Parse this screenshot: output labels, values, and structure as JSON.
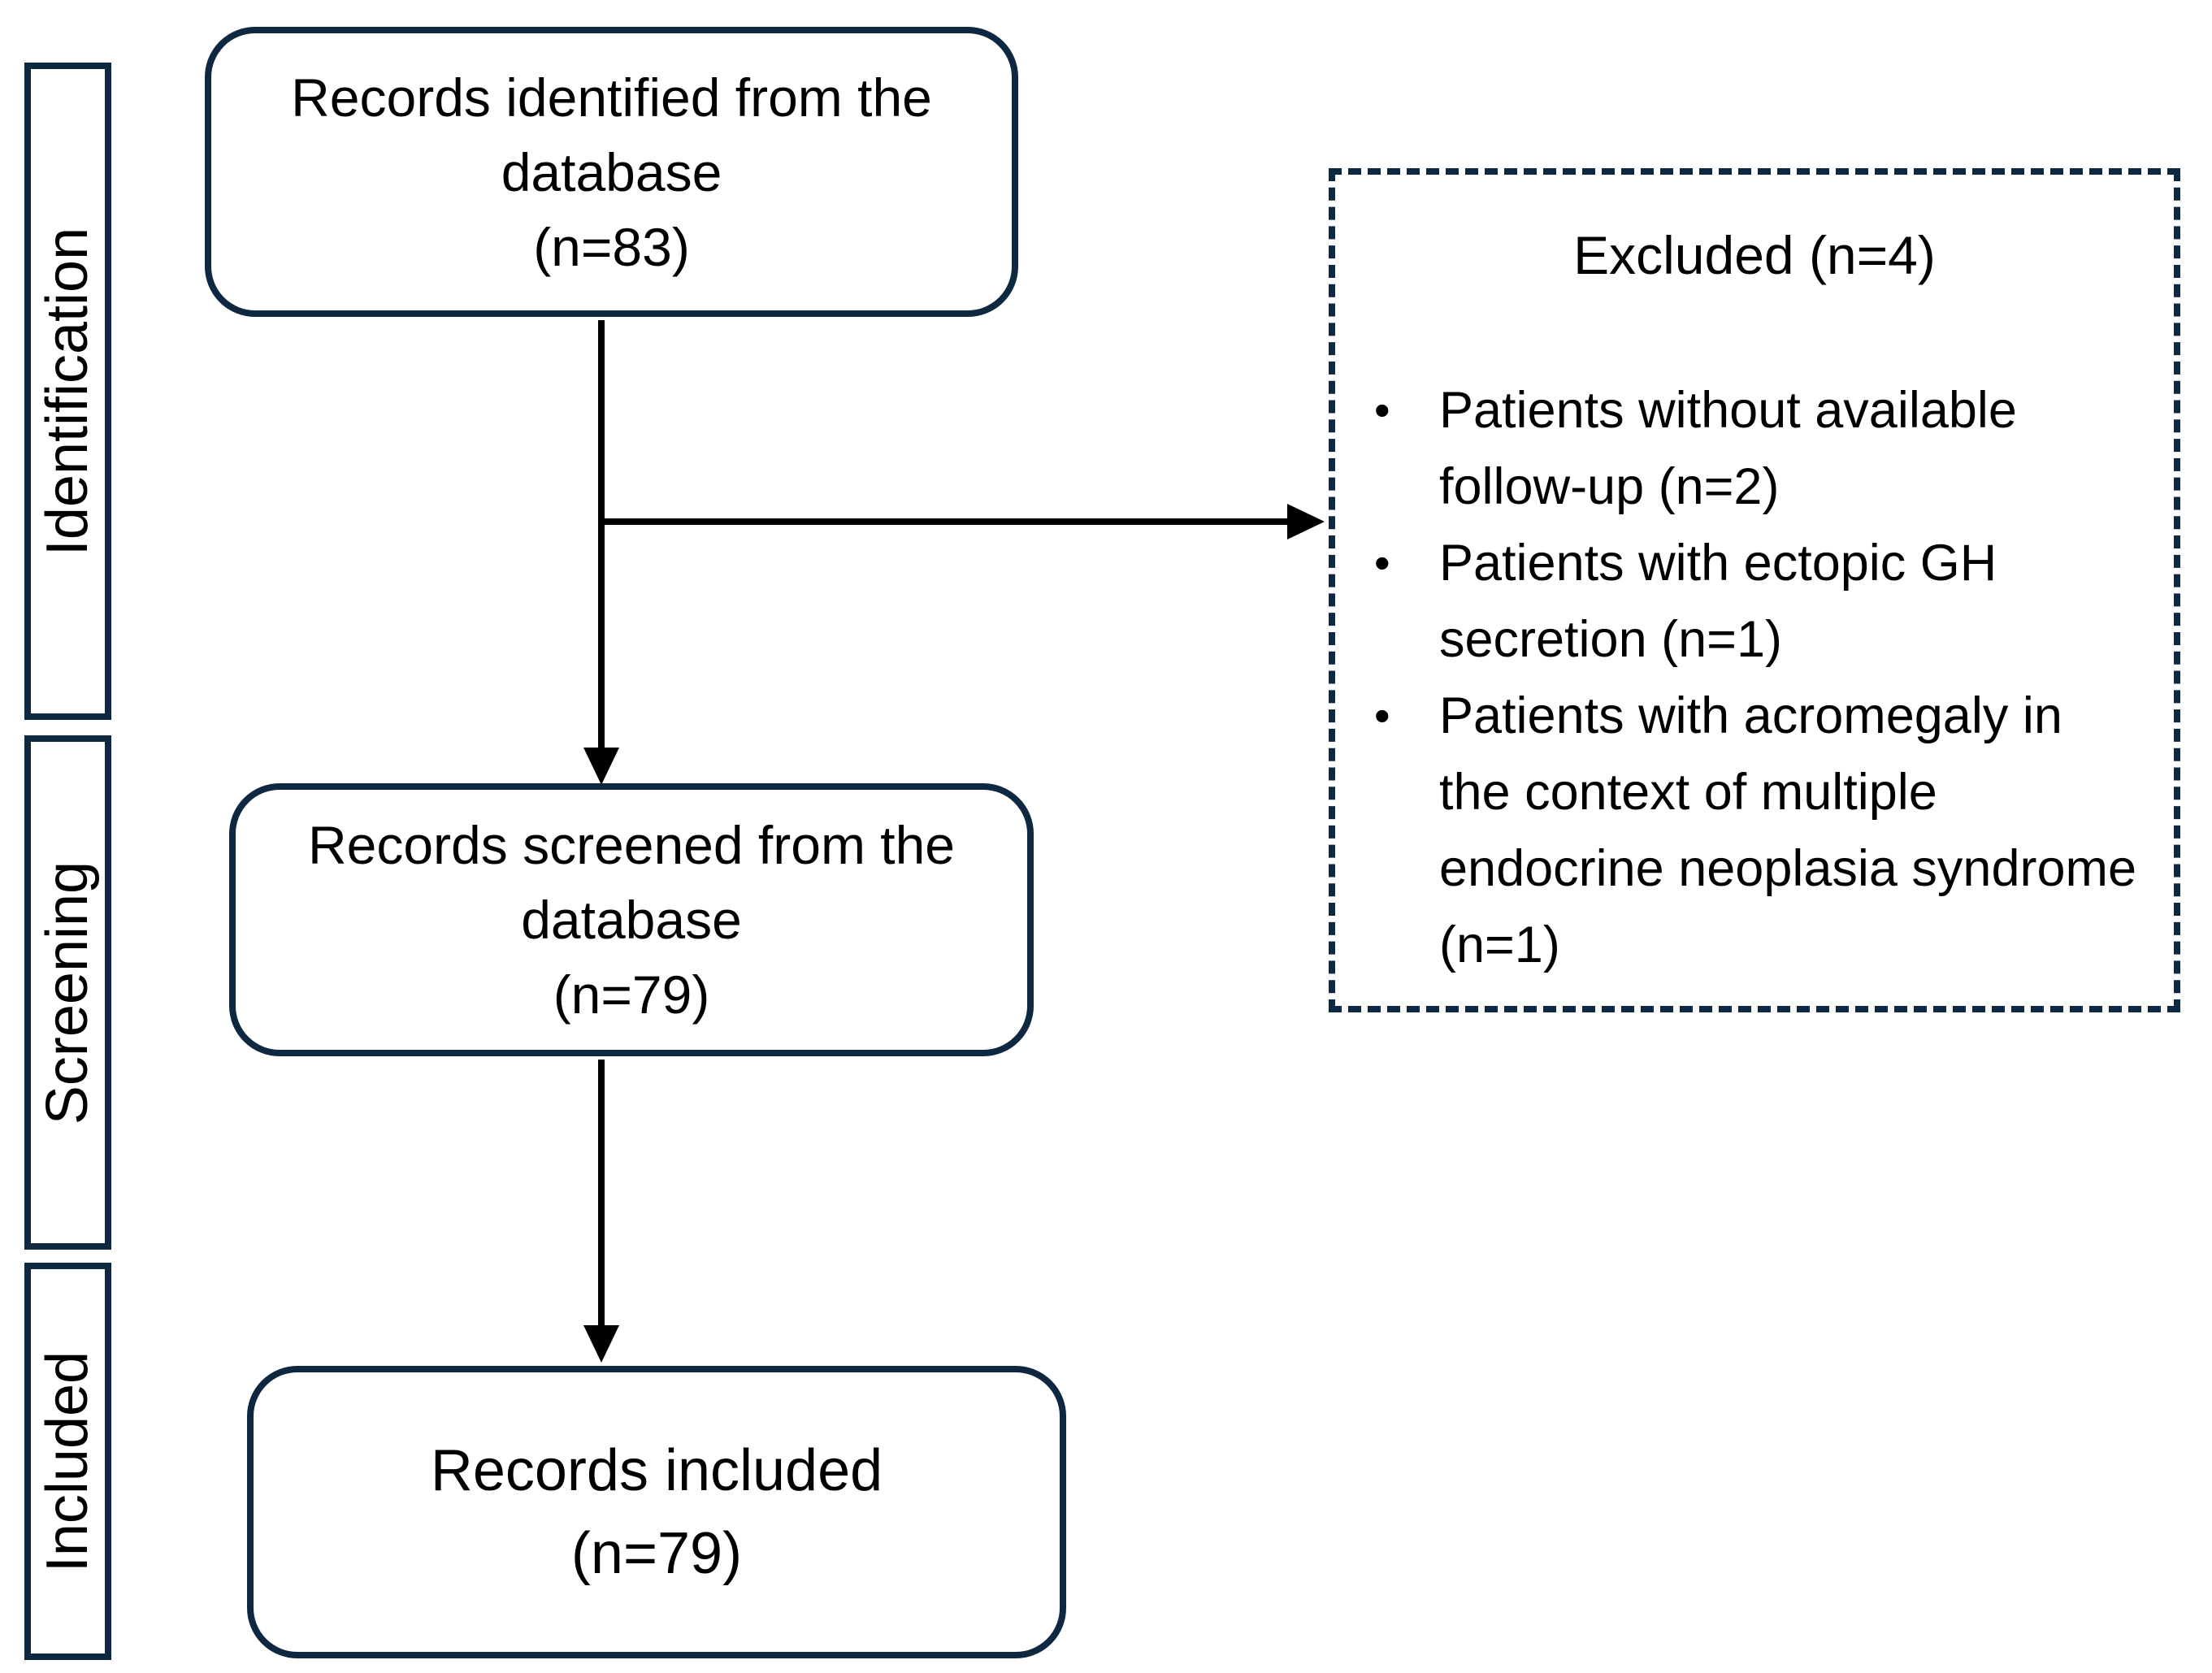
{
  "colors": {
    "border": "#0E2841",
    "arrow": "#000000",
    "text": "#000000",
    "background": "#ffffff"
  },
  "stages": [
    {
      "label": "Identification"
    },
    {
      "label": "Screening"
    },
    {
      "label": "Included"
    }
  ],
  "flow_boxes": [
    {
      "lines": [
        "Records identified from the",
        "database",
        "(n=83)"
      ]
    },
    {
      "lines": [
        "Records screened from the",
        "database",
        "(n=79)"
      ]
    },
    {
      "lines": [
        "Records included",
        "(n=79)"
      ]
    }
  ],
  "excluded_box": {
    "title": "Excluded (n=4)",
    "bullet_glyph": "•",
    "items": [
      "Patients without available follow-up (n=2)",
      "Patients with ectopic GH secretion (n=1)",
      "Patients with acromegaly in the context of multiple endocrine neoplasia syndrome (n=1)"
    ]
  }
}
